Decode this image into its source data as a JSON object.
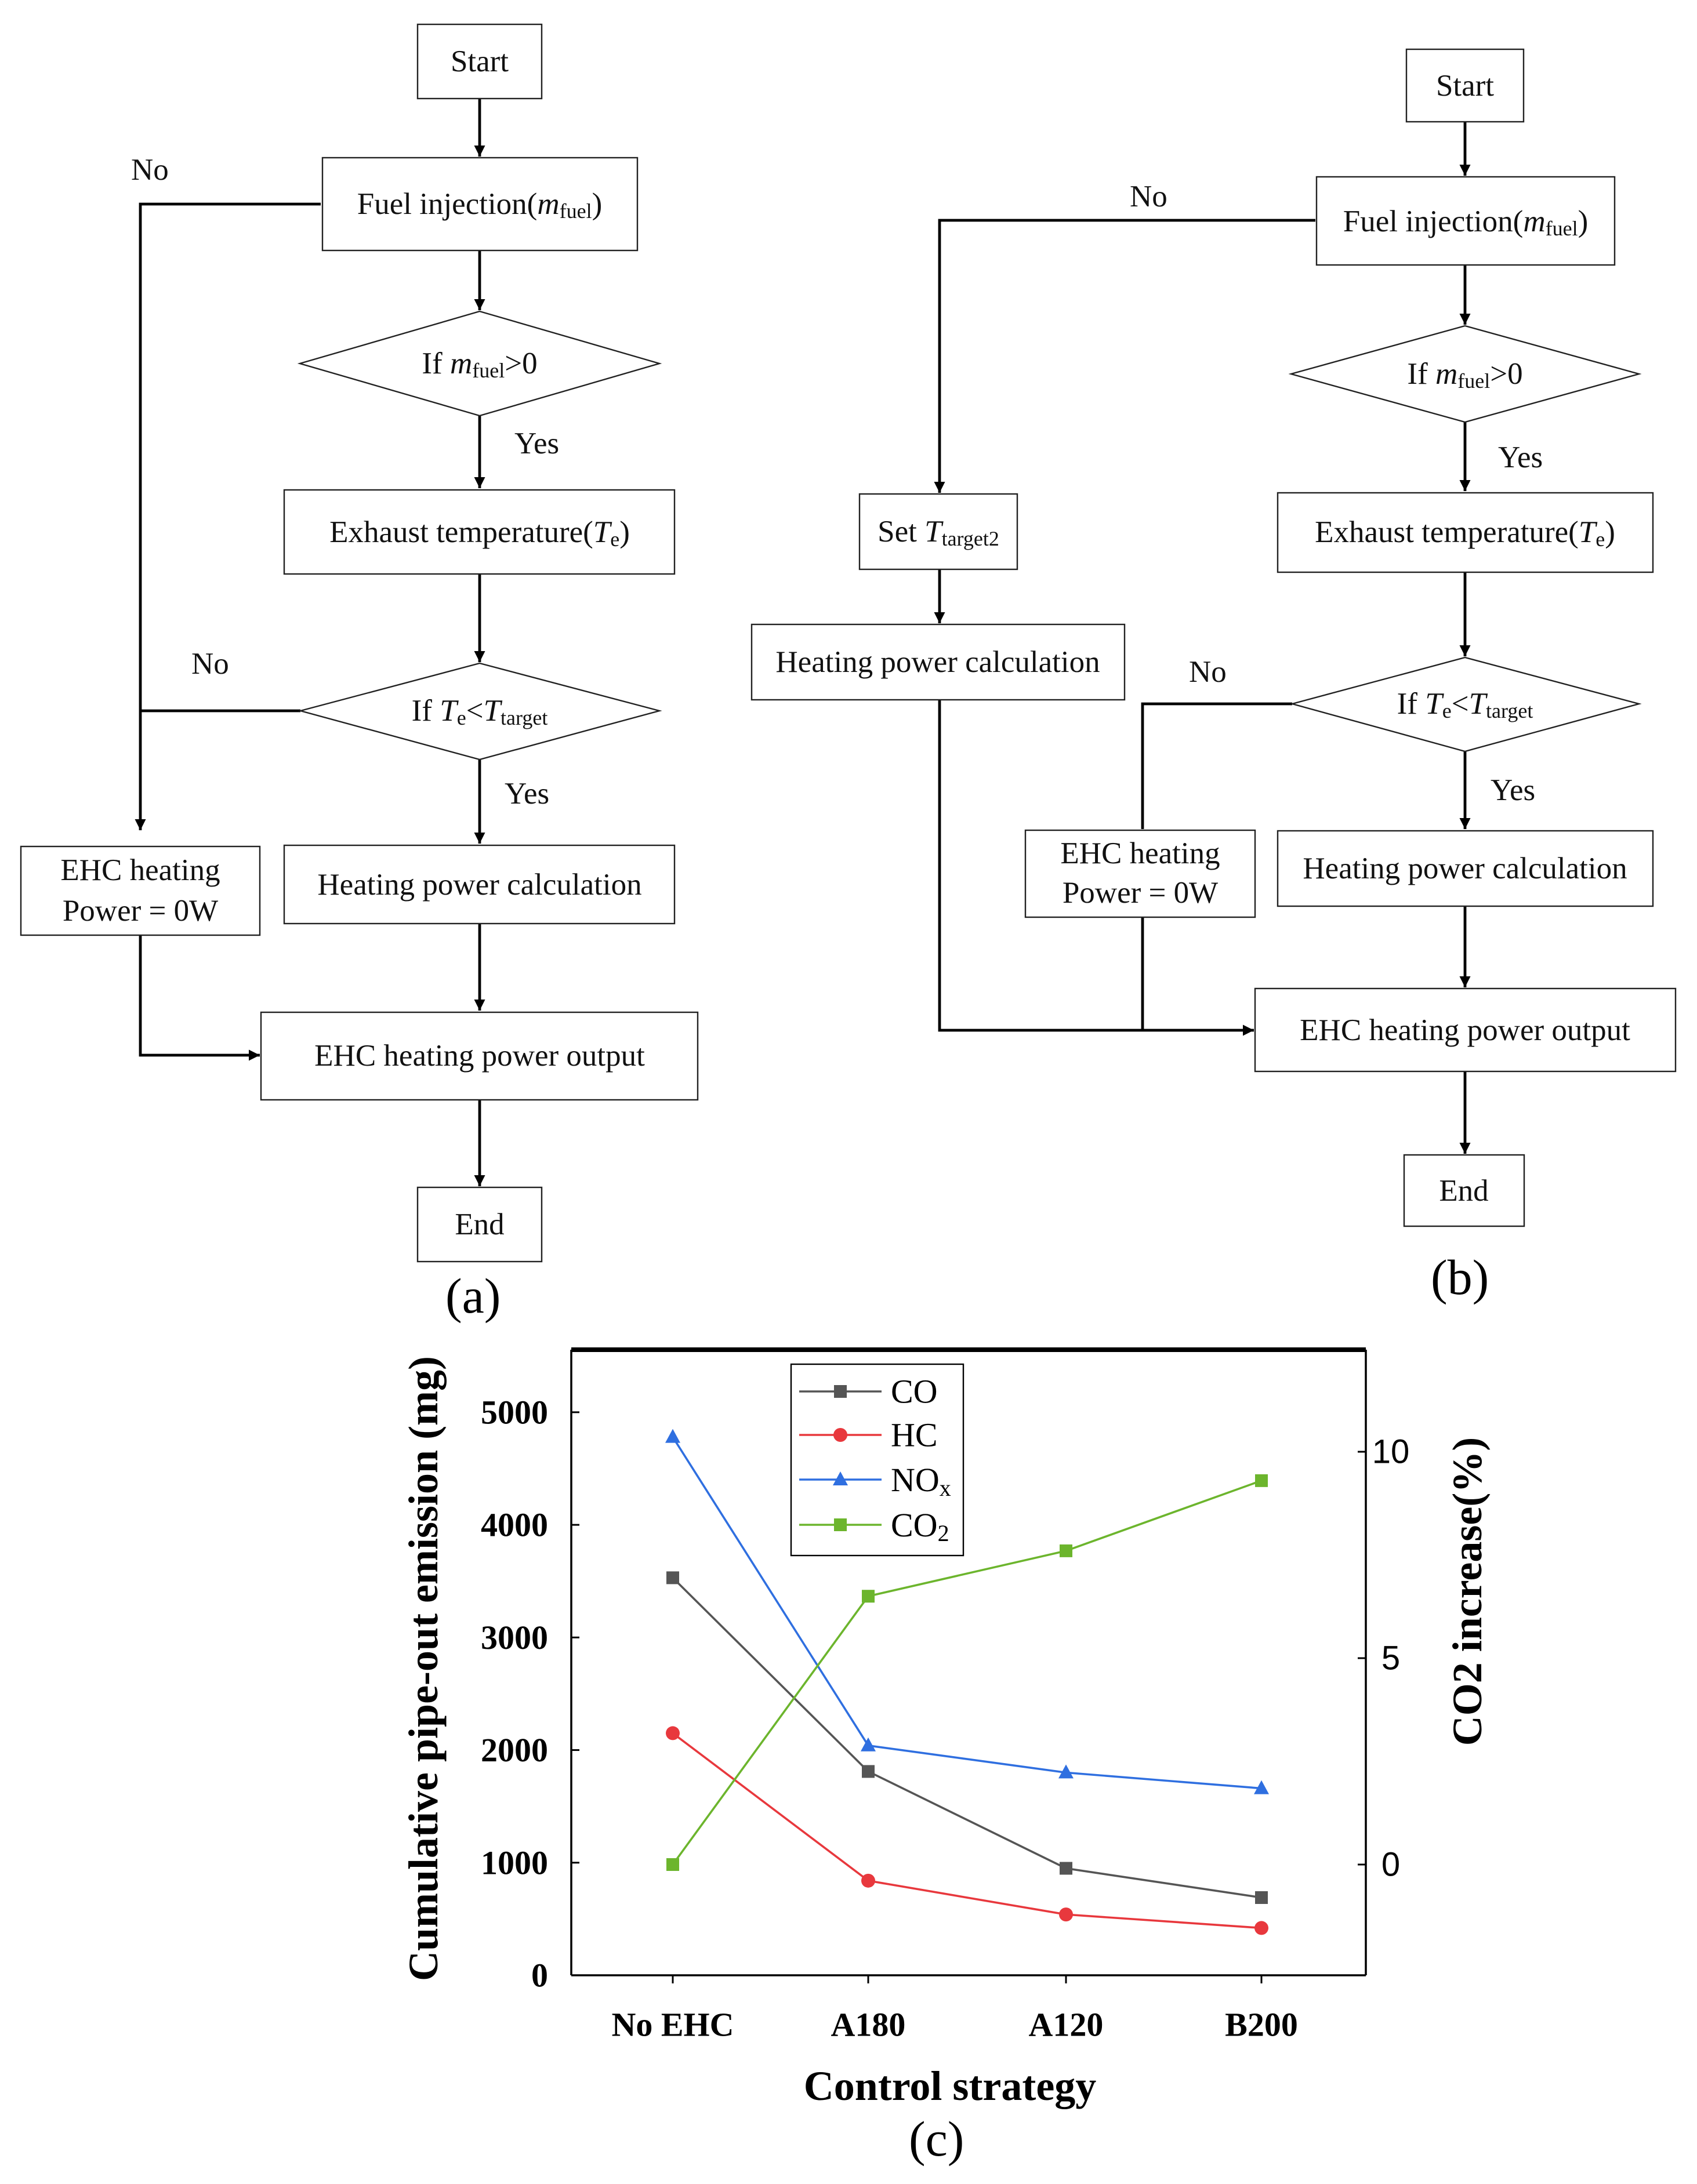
{
  "flowchart_a": {
    "start": "Start",
    "fuel_injection_prefix": "Fuel injection(",
    "fuel_injection_var": "m",
    "fuel_injection_sub": "fuel",
    "fuel_injection_suffix": ")",
    "decision1_prefix": "If ",
    "decision1_var": "m",
    "decision1_sub": "fuel",
    "decision1_suffix": ">0",
    "exhaust_prefix": "Exhaust temperature(",
    "exhaust_var": "T",
    "exhaust_sub": "e",
    "exhaust_suffix": ")",
    "decision2_prefix": "If ",
    "decision2_var": "T",
    "decision2_sub": "e",
    "decision2_op": "<",
    "decision2_var2": "T",
    "decision2_sub2": "target",
    "heating_calc": "Heating power calculation",
    "ehc_zero_line1": "EHC heating",
    "ehc_zero_line2": "Power = 0W",
    "ehc_output": "EHC heating power output",
    "end": "End",
    "yes": "Yes",
    "no": "No",
    "panel": "(a)"
  },
  "flowchart_b": {
    "start": "Start",
    "fuel_injection_prefix": "Fuel injection(",
    "fuel_injection_var": "m",
    "fuel_injection_sub": "fuel",
    "fuel_injection_suffix": ")",
    "decision1_prefix": "If ",
    "decision1_var": "m",
    "decision1_sub": "fuel",
    "decision1_suffix": ">0",
    "set_target_prefix": "Set ",
    "set_target_var": "T",
    "set_target_sub": "target2",
    "heating_calc_left": "Heating power calculation",
    "exhaust_prefix": "Exhaust temperature(",
    "exhaust_var": "T",
    "exhaust_sub": "e",
    "exhaust_suffix": ")",
    "decision2_prefix": "If ",
    "decision2_var": "T",
    "decision2_sub": "e",
    "decision2_op": "<",
    "decision2_var2": "T",
    "decision2_sub2": "target",
    "ehc_zero_line1": "EHC heating",
    "ehc_zero_line2": "Power = 0W",
    "heating_calc": "Heating power calculation",
    "ehc_output": "EHC heating power output",
    "end": "End",
    "yes": "Yes",
    "no": "No",
    "panel": "(b)"
  },
  "chart_data": {
    "type": "line",
    "categories": [
      "No EHC",
      "A180",
      "A120",
      "B200"
    ],
    "xlabel": "Control strategy",
    "ylabel": "Cumulative pipe-out emission (mg)",
    "y2label": "CO2 increase(%)",
    "ylim": [
      0,
      5500
    ],
    "y2lim": [
      -2.5,
      12.5
    ],
    "yticks": [
      "0",
      "1000",
      "2000",
      "3000",
      "4000",
      "5000"
    ],
    "y2ticks": [
      "0",
      "5",
      "10"
    ],
    "legend_position": "top-center",
    "series": [
      {
        "name": "CO",
        "axis": "left",
        "marker": "square",
        "color": "#555555",
        "values": [
          3530,
          1810,
          950,
          690
        ]
      },
      {
        "name": "HC",
        "axis": "left",
        "marker": "circle",
        "color": "#e8383d",
        "values": [
          2150,
          840,
          540,
          420
        ]
      },
      {
        "name": "NOx",
        "name_main": "NO",
        "name_sub": "x",
        "axis": "left",
        "marker": "triangle",
        "color": "#2f6fe0",
        "values": [
          4780,
          2040,
          1800,
          1660
        ]
      },
      {
        "name": "CO2",
        "name_main": "CO",
        "name_sub": "2",
        "axis": "right",
        "marker": "square",
        "color": "#6cb52d",
        "values": [
          0.0,
          6.5,
          7.6,
          9.3
        ]
      }
    ],
    "panel": "(c)"
  }
}
